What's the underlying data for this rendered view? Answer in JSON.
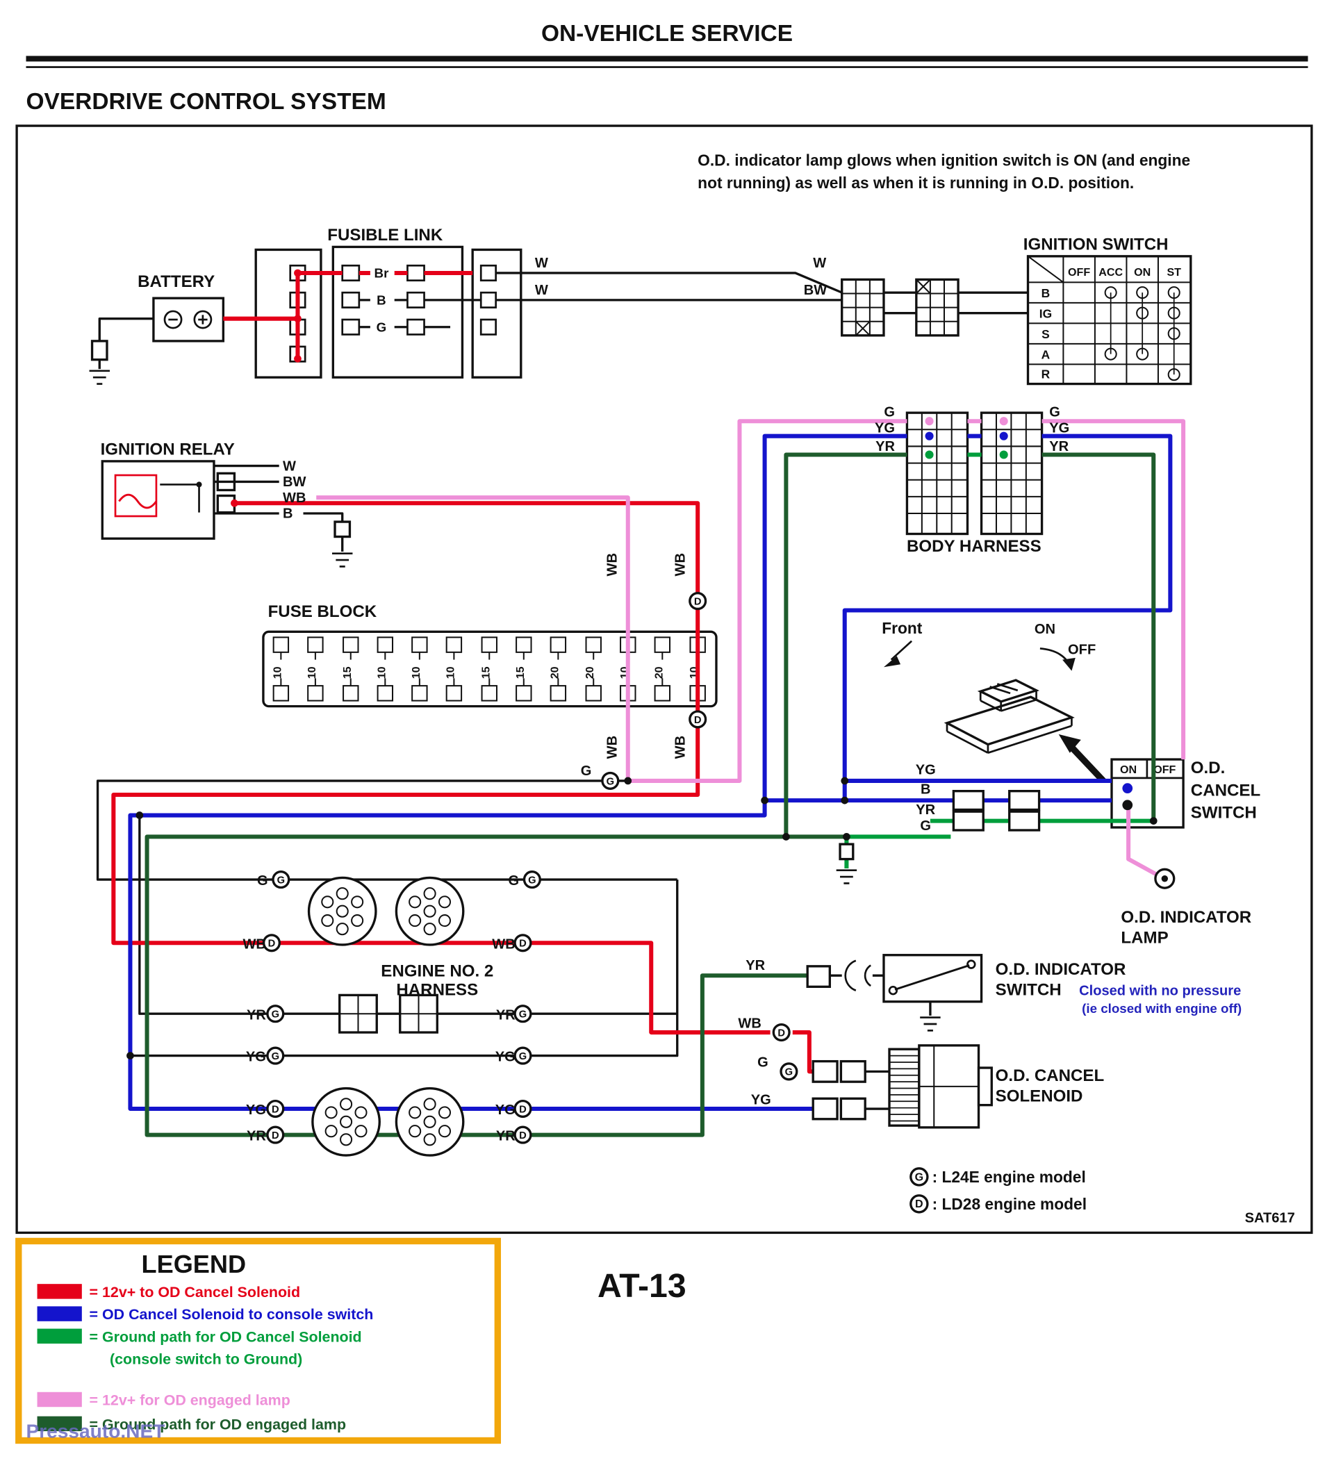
{
  "colors": {
    "red": "#e50019",
    "blue": "#1414cc",
    "green": "#009e3c",
    "dark_green": "#1e5c2c",
    "pink": "#ee8fd8",
    "orange": "#f2a70b",
    "note_blue": "#2323bb",
    "watermark": "#6a6ac0",
    "black": "#111111"
  },
  "header": {
    "title": "ON-VEHICLE SERVICE",
    "section": "OVERDRIVE CONTROL SYSTEM",
    "note1": "O.D. indicator lamp glows when ignition switch is ON (and engine",
    "note2": "not running) as well as when it is running in O.D. position."
  },
  "battery": {
    "label": "BATTERY"
  },
  "fusible_link": {
    "label": "FUSIBLE LINK",
    "rows": [
      "Br",
      "B",
      "G"
    ]
  },
  "ignition_switch": {
    "label": "IGNITION SWITCH",
    "columns": [
      "OFF",
      "ACC",
      "ON",
      "ST"
    ],
    "rows": [
      "B",
      "IG",
      "S",
      "A",
      "R"
    ]
  },
  "ignition_relay": {
    "label": "IGNITION RELAY",
    "wires": [
      "W",
      "BW",
      "WB",
      "B"
    ]
  },
  "fuse_block": {
    "label": "FUSE BLOCK",
    "values": [
      "10",
      "10",
      "15",
      "10",
      "10",
      "10",
      "15",
      "15",
      "20",
      "20",
      "10",
      "20",
      "10"
    ]
  },
  "body_harness": {
    "label": "BODY HARNESS"
  },
  "engine_harness": {
    "label": [
      "ENGINE NO. 2",
      "HARNESS"
    ]
  },
  "console": {
    "front": "Front",
    "on": "ON",
    "off": "OFF"
  },
  "od_cancel_switch": {
    "on": "ON",
    "off": "OFF",
    "label": [
      "O.D.",
      "CANCEL",
      "SWITCH"
    ]
  },
  "od_indicator_lamp": {
    "label": [
      "O.D. INDICATOR",
      "LAMP"
    ]
  },
  "od_indicator_switch": {
    "label": [
      "O.D. INDICATOR",
      "SWITCH"
    ],
    "note1": "Closed with no pressure",
    "note2": "(ie closed with engine off)"
  },
  "od_cancel_solenoid": {
    "label": [
      "O.D. CANCEL",
      "SOLENOID"
    ]
  },
  "wires": {
    "w": "W",
    "bw": "BW",
    "wb": "WB",
    "b": "B",
    "g": "G",
    "yg": "YG",
    "yr": "YR",
    "br": "Br"
  },
  "circled": {
    "g": "G",
    "d": "D"
  },
  "footnotes": {
    "g_model": ":  L24E engine model",
    "d_model": ":  LD28 engine model",
    "figure": "SAT617",
    "page": "AT-13",
    "watermark": "Pressauto.NET"
  },
  "legend": {
    "title": "LEGEND",
    "items": [
      {
        "color": "#e50019",
        "text": "= 12v+ to OD Cancel Solenoid"
      },
      {
        "color": "#1414cc",
        "text": "= OD Cancel Solenoid to console switch"
      },
      {
        "color": "#009e3c",
        "text": "= Ground path for OD Cancel Solenoid"
      },
      {
        "color": "#009e3c",
        "text": "(console switch to Ground)"
      },
      {
        "color": "#ee8fd8",
        "text": "= 12v+ for OD engaged lamp"
      },
      {
        "color": "#1e5c2c",
        "text": "= Ground path for OD engaged lamp"
      }
    ]
  }
}
